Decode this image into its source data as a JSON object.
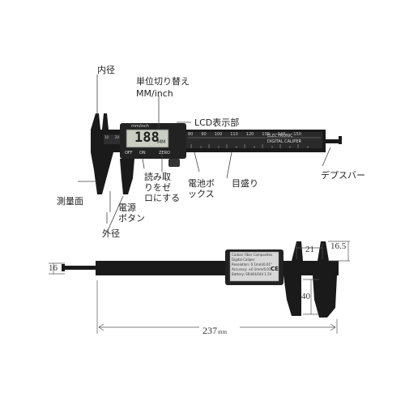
{
  "labels": {
    "inner": "内径",
    "unit_switch_1": "単位切り替え",
    "unit_switch_2": "MM/inch",
    "lcd": "LCD表示部",
    "measure_face": "測量面",
    "read_1": "読み取",
    "read_2": "りをゼ",
    "read_3": "ロにする",
    "battery_1": "電池ボ",
    "battery_2": "ックス",
    "scale": "目盛り",
    "depth": "デプスバー",
    "power_1": "電源",
    "power_2": "ボタン",
    "outer": "外径"
  },
  "caliper_top": {
    "lcd_value": "188",
    "lcd_unit": "MM",
    "mm_inch_btn": "mm/inch",
    "off_btn": "OFF",
    "on_btn": "ON",
    "zero_btn": "ZERO",
    "brand_1": "ELECTRONIC",
    "brand_2": "DIGITAL CALIPER",
    "scale_numbers": [
      "80",
      "90",
      "100",
      "110",
      "120",
      "130",
      "140",
      "150"
    ],
    "jaw_scale_numbers": [
      "10",
      "20"
    ]
  },
  "caliper_bottom": {
    "plate_1": "Carbon Fiber Composites",
    "plate_2": "Digital Caliper",
    "plate_3": "Resolution: 0.1mm/0.01\"",
    "plate_4": "Accuracy: ±0.1mm/0.01\"",
    "plate_5": "Battery: SR44/LR44 1.5V",
    "ce": "CE"
  },
  "dimensions": {
    "d21": "21",
    "d16_5": "16.5",
    "d16": "16",
    "d40": "40",
    "d237": "237",
    "d237_unit": "mm"
  }
}
